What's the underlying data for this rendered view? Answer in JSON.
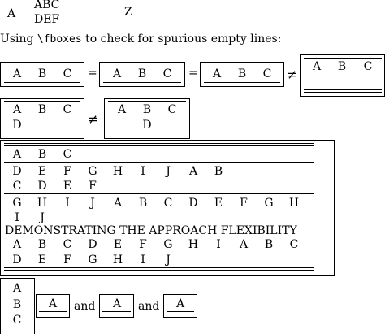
{
  "top": {
    "left": "A",
    "mid_top": "ABC",
    "mid_bottom": "DEF",
    "right": "Z"
  },
  "note": {
    "prefix": "Using ",
    "cmd": "\\fboxes",
    "suffix": " to check for spurious empty lines:"
  },
  "row1": {
    "box1": [
      "A",
      "B",
      "C"
    ],
    "eq1": "=",
    "box2": [
      "A",
      "B",
      "C"
    ],
    "eq2": "=",
    "box3": [
      "A",
      "B",
      "C"
    ],
    "neq": "≠",
    "box4": [
      "A",
      "B",
      "C"
    ]
  },
  "row2": {
    "left": {
      "line1": [
        "A",
        "B",
        "C"
      ],
      "line2": [
        "D"
      ]
    },
    "neq": "≠",
    "right": {
      "line1": [
        "A",
        "B",
        "C"
      ],
      "line2": [
        "D"
      ]
    }
  },
  "table": {
    "rows": [
      [
        "A",
        "B",
        "C"
      ],
      [
        "D",
        "E",
        "F",
        "G",
        "H",
        "I",
        "J",
        "A",
        "B"
      ],
      [
        "C",
        "D",
        "E",
        "F"
      ],
      [
        "G",
        "H",
        "I",
        "J",
        "A",
        "B",
        "C",
        "D",
        "E",
        "F",
        "G",
        "H"
      ],
      [
        "I",
        "J"
      ]
    ],
    "heading": "DEMONSTRATING THE APPROACH FLEXIBILITY",
    "rows2": [
      [
        "A",
        "B",
        "C",
        "D",
        "E",
        "F",
        "G",
        "H",
        "I",
        "A",
        "B",
        "C"
      ],
      [
        "D",
        "E",
        "F",
        "G",
        "H",
        "I",
        "J"
      ]
    ]
  },
  "bottom": {
    "stack": [
      "A",
      "B",
      "C"
    ],
    "box1": "A",
    "and1": "and",
    "box2": "A",
    "and2": "and",
    "box3": "A"
  }
}
